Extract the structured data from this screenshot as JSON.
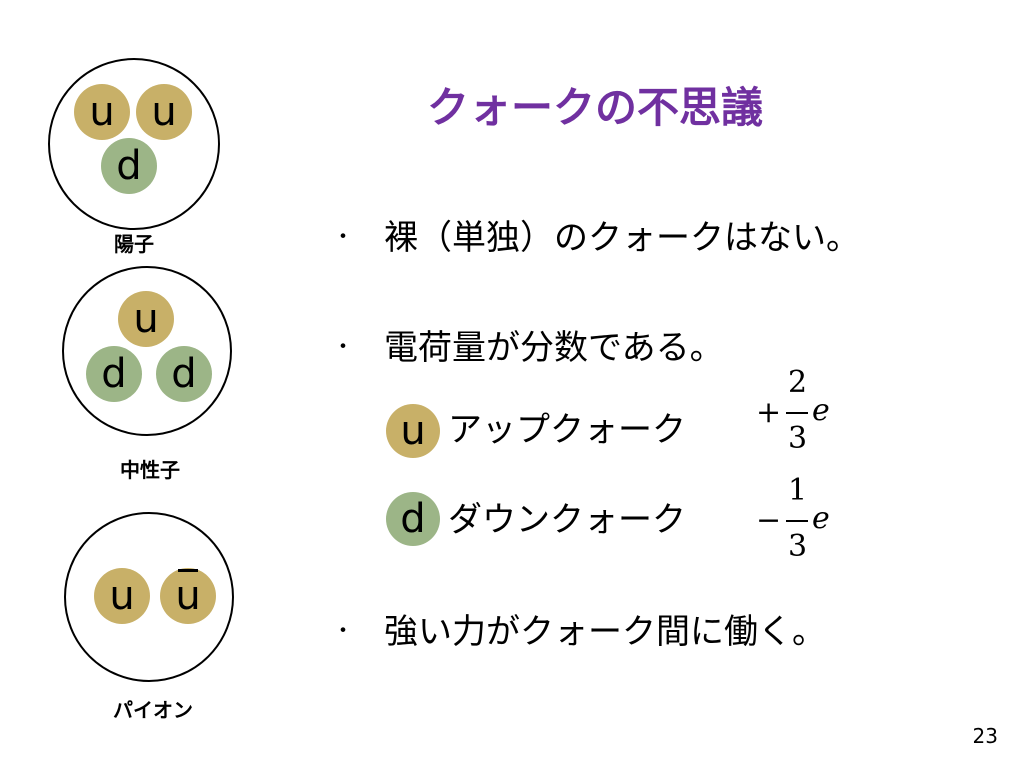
{
  "slide": {
    "title": "クォークの不思議",
    "page_number": "23"
  },
  "particles": [
    {
      "name": "陽子",
      "quarks": [
        "u",
        "u",
        "d"
      ]
    },
    {
      "name": "中性子",
      "quarks": [
        "u",
        "d",
        "d"
      ]
    },
    {
      "name": "パイオン",
      "quarks": [
        "u",
        "u"
      ]
    }
  ],
  "bullet_mark": "・",
  "bullets": [
    "裸（単独）のクォークはない。",
    "電荷量が分数である。",
    "強い力がクォーク間に働く。"
  ],
  "quark_types": [
    {
      "symbol": "u",
      "name": "アップクォーク",
      "charge": {
        "sign": "+",
        "numerator": "2",
        "denominator": "3",
        "unit": "e"
      }
    },
    {
      "symbol": "d",
      "name": "ダウンクォーク",
      "charge": {
        "sign": "−",
        "numerator": "1",
        "denominator": "3",
        "unit": "e"
      }
    }
  ],
  "colors": {
    "title": "#7030a0",
    "up_quark": "#c8b068",
    "down_quark": "#9cb587"
  }
}
